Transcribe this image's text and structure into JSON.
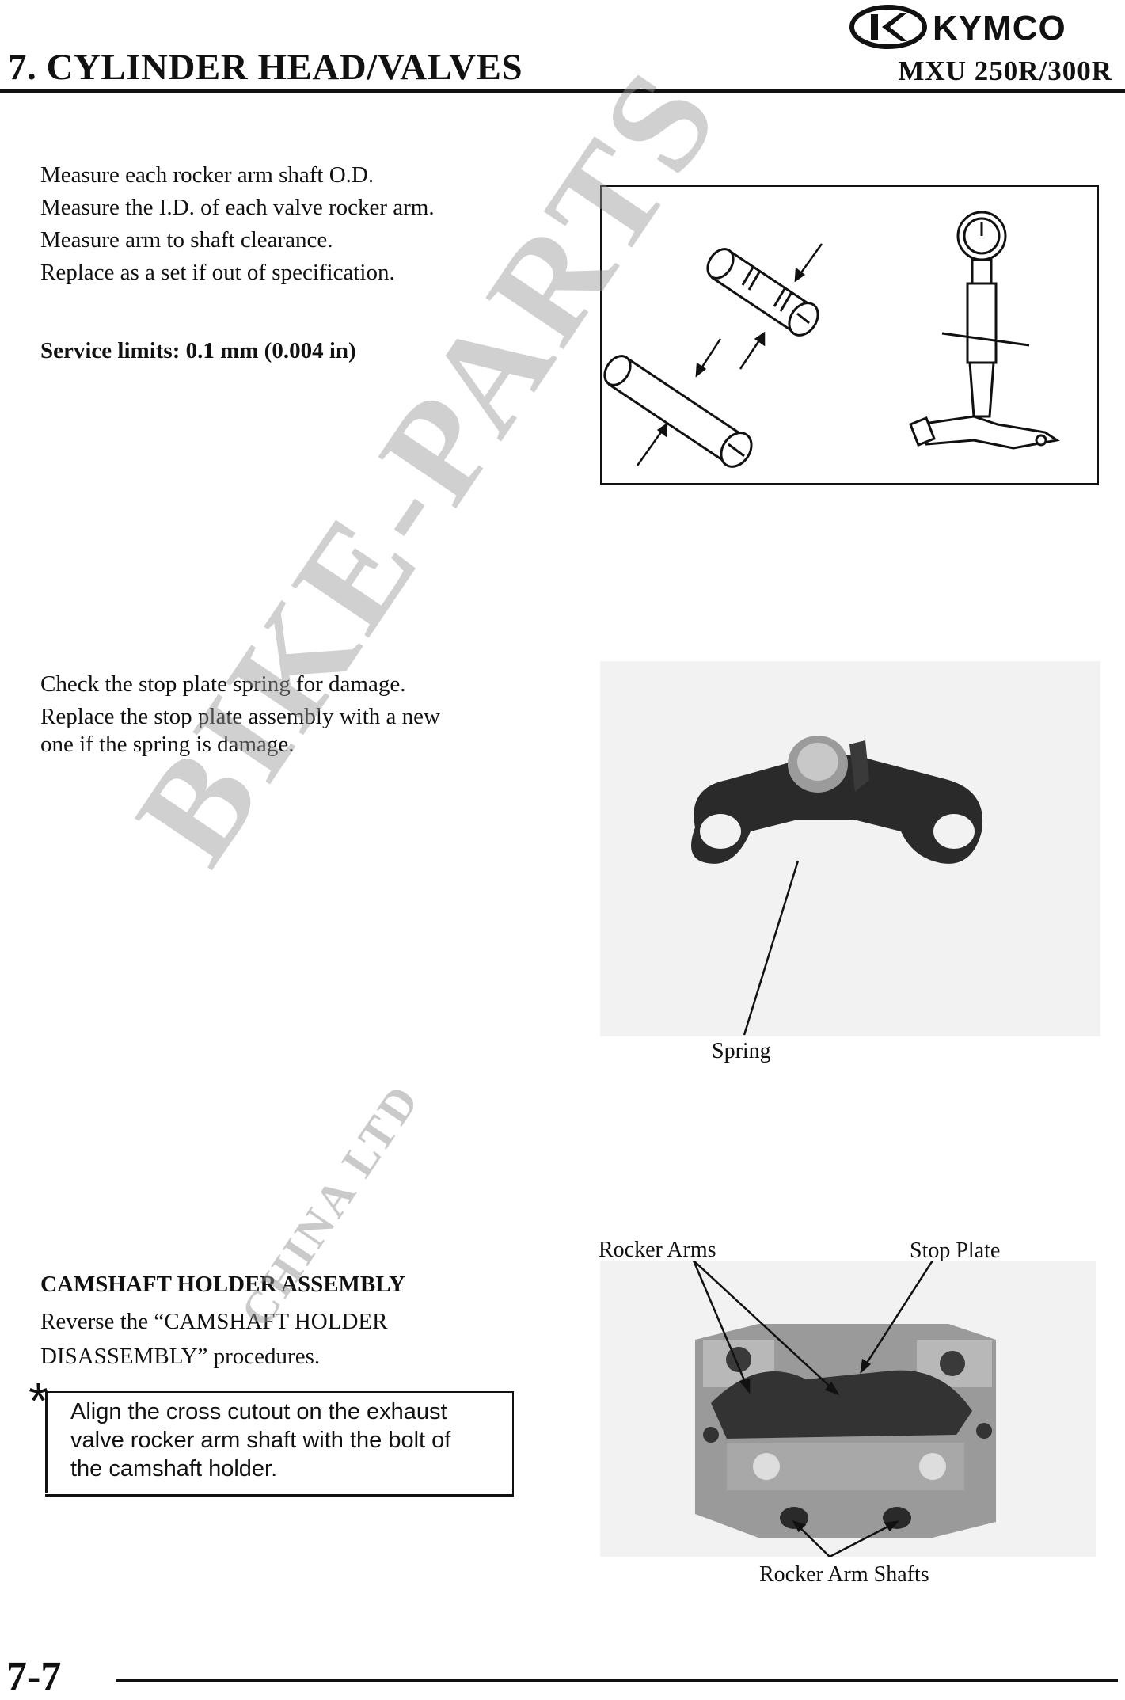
{
  "header": {
    "section_title": "7. CYLINDER HEAD/VALVES",
    "model": "MXU 250R/300R",
    "brand": "KYMCO"
  },
  "section1": {
    "lines": [
      "Measure each rocker arm shaft O.D.",
      "Measure the I.D. of each valve rocker arm.",
      "Measure arm to shaft clearance.",
      "Replace as a set if out of specification."
    ],
    "service_limits": "Service limits: 0.1 mm (0.004 in)"
  },
  "section2": {
    "lines": [
      "Check the stop plate spring for damage.",
      "Replace the stop plate assembly with a new",
      "one if the spring is damage."
    ],
    "figure_label": "Spring"
  },
  "section3": {
    "heading": "CAMSHAFT HOLDER ASSEMBLY",
    "lines": [
      "Reverse the “CAMSHAFT HOLDER",
      "DISASSEMBLY” procedures."
    ],
    "note_marker": "*",
    "note_lines": [
      "Align the cross cutout on the exhaust",
      "valve rocker arm shaft with the bolt of",
      "the camshaft holder."
    ],
    "labels": {
      "rocker_arms": "Rocker Arms",
      "stop_plate": "Stop Plate",
      "rocker_arm_shafts": "Rocker Arm Shafts"
    }
  },
  "watermark": {
    "main": "BIKE-PARTS",
    "sub": "CHINA LTD"
  },
  "footer": {
    "page_number": "7-7"
  }
}
